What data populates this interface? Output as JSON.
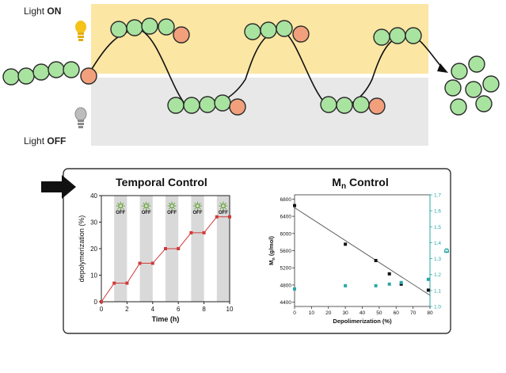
{
  "scheme": {
    "light_on_prefix": "Light ",
    "light_on_state": "ON",
    "light_off_prefix": "Light ",
    "light_off_state": "OFF",
    "colors": {
      "on_band": "#fbe6a3",
      "off_band": "#e8e8e8",
      "monomer": "#a9e3a0",
      "end_group": "#f2a07c",
      "bulb_on": "#f5c21a",
      "bulb_off": "#9a9a9a"
    }
  },
  "panel": {
    "left_title": "Temporal Control",
    "right_title_main": "M",
    "right_title_sub": "n",
    "right_title_rest": " Control"
  },
  "chart_data": [
    {
      "type": "line",
      "title": "Temporal Control",
      "xlabel": "Time (h)",
      "ylabel": "depolymerization (%)",
      "xlim": [
        0,
        10
      ],
      "ylim": [
        0,
        40
      ],
      "xticks": [
        "0",
        "2",
        "4",
        "6",
        "8",
        "10"
      ],
      "yticks": [
        "0",
        "10",
        "20",
        "30",
        "40"
      ],
      "x": [
        0,
        1,
        2,
        3,
        4,
        5,
        6,
        7,
        8,
        9,
        10
      ],
      "values": [
        0,
        7,
        7,
        14.5,
        14.5,
        20,
        20,
        26,
        26,
        32,
        32
      ],
      "off_label": "OFF",
      "off_intervals": [
        [
          1,
          2
        ],
        [
          3,
          4
        ],
        [
          5,
          6
        ],
        [
          7,
          8
        ],
        [
          9,
          10
        ]
      ],
      "on_icon_positions": [
        1.5,
        3.5,
        5.5,
        7.5,
        9.5
      ],
      "color": "#d23a3a"
    },
    {
      "type": "scatter",
      "xlabel": "Depolimerization (%)",
      "ylabel_main": "M",
      "ylabel_sub": "n",
      "ylabel_rest": " (g/mol)",
      "y2label": "Đ",
      "xlim": [
        0,
        80
      ],
      "ylim": [
        4300,
        6900
      ],
      "y2lim": [
        1.0,
        1.7
      ],
      "xticks": [
        "0",
        "10",
        "20",
        "30",
        "40",
        "50",
        "60",
        "70",
        "80"
      ],
      "yticks": [
        "4400",
        "4800",
        "5200",
        "5600",
        "6000",
        "6400",
        "6800"
      ],
      "y2ticks": [
        "1.0",
        "1.1",
        "1.2",
        "1.3",
        "1.4",
        "1.5",
        "1.6",
        "1.7"
      ],
      "series": [
        {
          "axis": "left",
          "color": "#111111",
          "x": [
            0,
            30,
            48,
            56,
            63,
            79
          ],
          "y": [
            6650,
            5750,
            5370,
            5060,
            4820,
            4680
          ]
        },
        {
          "axis": "right",
          "color": "#2aa6a6",
          "x": [
            0,
            30,
            48,
            56,
            63,
            79
          ],
          "y": [
            1.11,
            1.13,
            1.13,
            1.14,
            1.15,
            1.17
          ]
        }
      ],
      "fit": {
        "x": [
          0,
          80
        ],
        "y": [
          6600,
          4560
        ]
      }
    }
  ]
}
